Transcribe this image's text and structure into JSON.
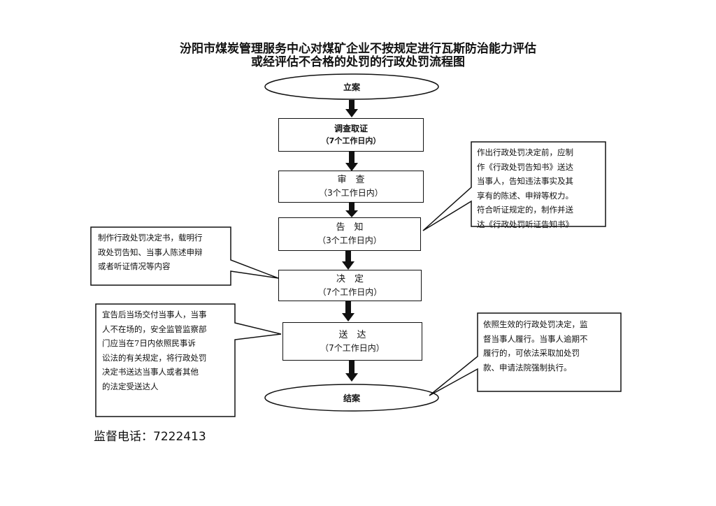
{
  "title": {
    "line1": "汾阳市煤炭管理服务中心对煤矿企业不按规定进行瓦斯防治能力评估",
    "line2": "或经评估不合格的处罚的行政处罚流程图"
  },
  "flow": {
    "start": "立案",
    "end": "结案",
    "steps": [
      {
        "label": "调查取证",
        "duration": "（7个工作日内）"
      },
      {
        "label": "审　查",
        "duration": "（3个工作日内）"
      },
      {
        "label": "告　知",
        "duration": "（3个工作日内）"
      },
      {
        "label": "决　定",
        "duration": "（7个工作日内）"
      },
      {
        "label": "送　达",
        "duration": "（7个工作日内）"
      }
    ]
  },
  "notes": {
    "notify": "作出行政处罚决定前，应制\n作《行政处罚告知书》送达\n当事人，告知违法事实及其\n享有的陈述、申辩等权力。\n符合听证规定的，制作并送\n达《行政处罚听证告知书》",
    "decision": "制作行政处罚决定书，载明行\n政处罚告知、当事人陈述申辩\n或者听证情况等内容",
    "delivery": "宜告后当场交付当事人，当事\n人不在场的，安全监管监察部\n门应当在7日内依照民事诉\n讼法的有关规定，将行政处罚\n决定书送达当事人或者其他\n的法定受送达人",
    "enforce": "依照生效的行政处罚决定，监\n督当事人履行。当事人逾期不\n履行的，可依法采取加处罚\n款、申请法院强制执行。"
  },
  "footer": {
    "label": "监督电话：7222413"
  }
}
